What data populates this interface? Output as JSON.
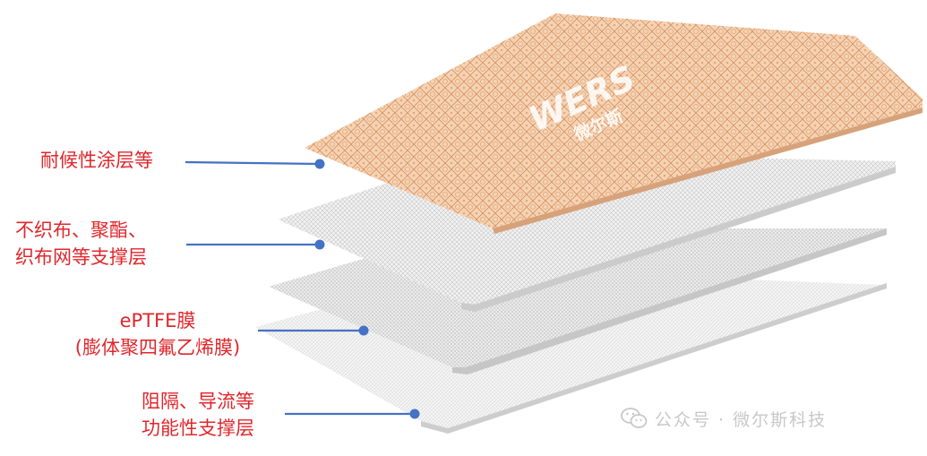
{
  "layers": [
    {
      "label_lines": [
        "耐候性涂层等"
      ]
    },
    {
      "label_lines": [
        "不织布、聚酯、",
        "织布网等支撑层"
      ]
    },
    {
      "label_lines": [
        "ePTFE膜",
        "(膨体聚四氟乙烯膜)"
      ]
    },
    {
      "label_lines": [
        "阻隔、导流等",
        "功能性支撑层"
      ]
    }
  ],
  "logo": {
    "text": "WERS",
    "subtext": "微尔斯"
  },
  "watermark": {
    "text": "公众号 · 微尔斯科技",
    "icon": "wechat-icon"
  },
  "colors": {
    "label_text": "#e0262b",
    "connector": "#4472c4",
    "top_layer_fill": "#f3c9a4",
    "top_layer_pattern": "#d88a52",
    "membrane_fill": "#eeeeee",
    "mesh_pattern": "#c4c4c4",
    "watermark": "#c8c8c8"
  }
}
